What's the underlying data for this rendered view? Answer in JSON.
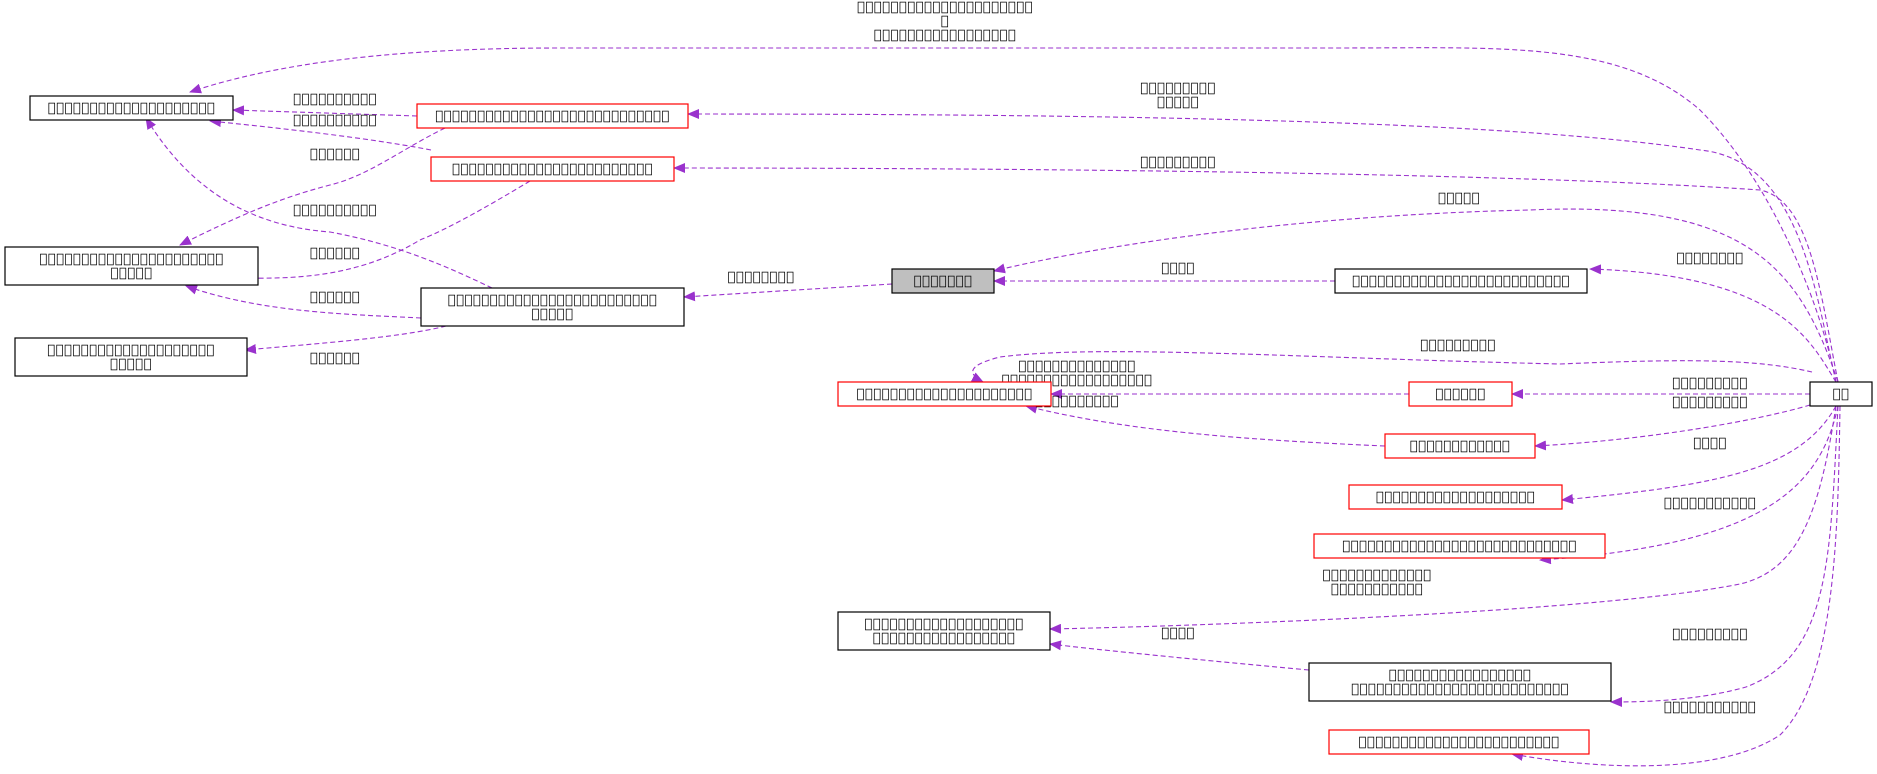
{
  "colors": {
    "edge": "#9a32cd",
    "node_border_default": "#000000",
    "node_border_incomplete": "#ff0000",
    "focus_fill": "#bfbfbf"
  },
  "nodes": [
    {
      "id": "n1",
      "lines": [
        "􀀀􀀀􀀀􀀀􀀀􀀀􀀀􀀀􀀀􀀀􀀀􀀀􀀀􀀀􀀀􀀀􀀀􀀀􀀀􀀀"
      ],
      "border": "black"
    },
    {
      "id": "n2",
      "lines": [
        "􀀀􀀀􀀀􀀀􀀀􀀀􀀀􀀀􀀀􀀀􀀀􀀀􀀀􀀀􀀀􀀀􀀀􀀀􀀀􀀀􀀀􀀀􀀀􀀀􀀀􀀀􀀀􀀀"
      ],
      "border": "red"
    },
    {
      "id": "n3",
      "lines": [
        "􀀀􀀀􀀀􀀀􀀀􀀀􀀀􀀀􀀀􀀀􀀀􀀀􀀀􀀀􀀀􀀀􀀀􀀀􀀀􀀀􀀀􀀀􀀀􀀀"
      ],
      "border": "red"
    },
    {
      "id": "n4",
      "lines": [
        "􀀀􀀀􀀀􀀀􀀀􀀀􀀀􀀀􀀀􀀀􀀀􀀀􀀀􀀀􀀀􀀀􀀀􀀀􀀀􀀀􀀀􀀀",
        "􀀀􀀀􀀀􀀀􀀀"
      ],
      "border": "black"
    },
    {
      "id": "n5",
      "lines": [
        "􀀀􀀀􀀀􀀀􀀀􀀀􀀀􀀀􀀀􀀀􀀀􀀀􀀀􀀀􀀀􀀀􀀀􀀀􀀀􀀀",
        "􀀀􀀀􀀀􀀀􀀀"
      ],
      "border": "black"
    },
    {
      "id": "n6",
      "lines": [
        "􀀀􀀀􀀀􀀀􀀀􀀀􀀀􀀀􀀀􀀀􀀀􀀀􀀀􀀀􀀀􀀀􀀀􀀀􀀀􀀀􀀀􀀀􀀀􀀀􀀀",
        "􀀀􀀀􀀀􀀀􀀀"
      ],
      "border": "black"
    },
    {
      "id": "n7",
      "lines": [
        "􀀀􀀀􀀀􀀀􀀀􀀀􀀀"
      ],
      "border": "black",
      "focus": true
    },
    {
      "id": "n8",
      "lines": [
        "􀀀􀀀􀀀􀀀􀀀􀀀􀀀􀀀􀀀􀀀􀀀􀀀􀀀􀀀􀀀􀀀􀀀􀀀􀀀􀀀􀀀􀀀􀀀􀀀􀀀􀀀"
      ],
      "border": "black"
    },
    {
      "id": "n9",
      "lines": [
        "􀀀􀀀􀀀􀀀􀀀􀀀􀀀􀀀􀀀􀀀􀀀􀀀􀀀􀀀􀀀􀀀􀀀􀀀􀀀􀀀􀀀"
      ],
      "border": "red"
    },
    {
      "id": "n10",
      "lines": [
        "􀀀􀀀􀀀􀀀􀀀􀀀"
      ],
      "border": "red"
    },
    {
      "id": "n11",
      "lines": [
        "􀀀􀀀􀀀􀀀􀀀􀀀􀀀􀀀􀀀􀀀􀀀􀀀"
      ],
      "border": "red"
    },
    {
      "id": "n12",
      "lines": [
        "􀀀􀀀"
      ],
      "border": "black"
    },
    {
      "id": "n13",
      "lines": [
        "􀀀􀀀􀀀􀀀􀀀􀀀􀀀􀀀􀀀􀀀􀀀􀀀􀀀􀀀􀀀􀀀􀀀􀀀􀀀"
      ],
      "border": "red"
    },
    {
      "id": "n14",
      "lines": [
        "􀀀􀀀􀀀􀀀􀀀􀀀􀀀􀀀􀀀􀀀􀀀􀀀􀀀􀀀􀀀􀀀􀀀􀀀􀀀􀀀􀀀􀀀􀀀􀀀􀀀􀀀􀀀􀀀"
      ],
      "border": "red"
    },
    {
      "id": "n15",
      "lines": [
        "􀀀􀀀􀀀􀀀􀀀􀀀􀀀􀀀􀀀􀀀􀀀􀀀􀀀􀀀􀀀􀀀􀀀􀀀􀀀",
        "􀀀􀀀􀀀􀀀􀀀􀀀􀀀􀀀􀀀􀀀􀀀􀀀􀀀􀀀􀀀􀀀􀀀"
      ],
      "border": "black"
    },
    {
      "id": "n16",
      "lines": [
        "􀀀􀀀􀀀􀀀􀀀􀀀􀀀􀀀􀀀􀀀􀀀􀀀􀀀􀀀􀀀􀀀􀀀",
        "􀀀􀀀􀀀􀀀􀀀􀀀􀀀􀀀􀀀􀀀􀀀􀀀􀀀􀀀􀀀􀀀􀀀􀀀􀀀􀀀􀀀􀀀􀀀􀀀􀀀􀀀"
      ],
      "border": "black"
    },
    {
      "id": "n17",
      "lines": [
        "􀀀􀀀􀀀􀀀􀀀􀀀􀀀􀀀􀀀􀀀􀀀􀀀􀀀􀀀􀀀􀀀􀀀􀀀􀀀􀀀􀀀􀀀􀀀􀀀"
      ],
      "border": "red"
    }
  ],
  "edges": [
    {
      "id": "e1",
      "from": "n12",
      "to": "n1",
      "label": [
        "􀀀􀀀􀀀􀀀􀀀􀀀􀀀􀀀􀀀􀀀􀀀􀀀􀀀􀀀􀀀􀀀􀀀􀀀􀀀􀀀􀀀",
        "􀀀",
        "􀀀􀀀􀀀􀀀􀀀􀀀􀀀􀀀􀀀􀀀􀀀􀀀􀀀􀀀􀀀􀀀􀀀"
      ]
    },
    {
      "id": "e2",
      "from": "n2",
      "to": "n1",
      "label": [
        "􀀀􀀀􀀀􀀀􀀀􀀀􀀀􀀀􀀀􀀀"
      ]
    },
    {
      "id": "e3",
      "from": "n3",
      "to": "n1",
      "label": [
        "􀀀􀀀􀀀􀀀􀀀􀀀􀀀􀀀􀀀􀀀"
      ]
    },
    {
      "id": "e4",
      "from": "n12",
      "to": "n2",
      "label": [
        "􀀀􀀀􀀀􀀀􀀀􀀀􀀀􀀀􀀀",
        "􀀀􀀀􀀀􀀀􀀀"
      ]
    },
    {
      "id": "e5",
      "from": "n2",
      "to": "n4",
      "label": [
        "􀀀􀀀􀀀􀀀􀀀􀀀"
      ]
    },
    {
      "id": "e6",
      "from": "n12",
      "to": "n3",
      "label": [
        "􀀀􀀀􀀀􀀀􀀀􀀀􀀀􀀀􀀀"
      ]
    },
    {
      "id": "e7",
      "from": "n3",
      "to": "n4",
      "label": [
        "􀀀􀀀􀀀􀀀􀀀􀀀"
      ]
    },
    {
      "id": "e8",
      "from": "n6",
      "to": "n1",
      "label": [
        "􀀀􀀀􀀀􀀀􀀀􀀀􀀀􀀀􀀀􀀀"
      ]
    },
    {
      "id": "e9",
      "from": "n6",
      "to": "n4",
      "label": [
        "􀀀􀀀􀀀􀀀􀀀􀀀"
      ]
    },
    {
      "id": "e10",
      "from": "n6",
      "to": "n5",
      "label": [
        "􀀀􀀀􀀀􀀀􀀀􀀀"
      ]
    },
    {
      "id": "e11",
      "from": "n7",
      "to": "n6",
      "label": [
        "􀀀􀀀􀀀􀀀􀀀􀀀􀀀􀀀"
      ]
    },
    {
      "id": "e12",
      "from": "n12",
      "to": "n7",
      "label": [
        "􀀀􀀀􀀀􀀀􀀀"
      ]
    },
    {
      "id": "e13",
      "from": "n8",
      "to": "n7",
      "label": [
        "􀀀􀀀􀀀􀀀"
      ]
    },
    {
      "id": "e14",
      "from": "n12",
      "to": "n8",
      "label": [
        "􀀀􀀀􀀀􀀀􀀀􀀀􀀀􀀀"
      ]
    },
    {
      "id": "e15",
      "from": "n12",
      "to": "n9",
      "label": [
        "􀀀􀀀􀀀􀀀􀀀􀀀􀀀􀀀􀀀"
      ]
    },
    {
      "id": "e16",
      "from": "n10",
      "to": "n9",
      "label": [
        "􀀀􀀀􀀀􀀀􀀀􀀀􀀀􀀀􀀀􀀀􀀀􀀀􀀀􀀀",
        "􀀀􀀀􀀀􀀀􀀀􀀀􀀀􀀀􀀀􀀀􀀀􀀀􀀀􀀀􀀀􀀀􀀀􀀀"
      ]
    },
    {
      "id": "e17",
      "from": "n11",
      "to": "n9",
      "label": [
        "􀀀􀀀􀀀􀀀􀀀􀀀􀀀􀀀􀀀􀀀"
      ]
    },
    {
      "id": "e18",
      "from": "n12",
      "to": "n10",
      "label": [
        "􀀀􀀀􀀀􀀀􀀀􀀀􀀀􀀀􀀀"
      ]
    },
    {
      "id": "e19",
      "from": "n12",
      "to": "n11",
      "label": [
        "􀀀􀀀􀀀􀀀􀀀􀀀􀀀􀀀􀀀"
      ]
    },
    {
      "id": "e20",
      "from": "n12",
      "to": "n13",
      "label": [
        "􀀀􀀀􀀀􀀀"
      ]
    },
    {
      "id": "e21",
      "from": "n12",
      "to": "n14",
      "label": [
        "􀀀􀀀􀀀􀀀􀀀􀀀􀀀􀀀􀀀􀀀􀀀"
      ]
    },
    {
      "id": "e22",
      "from": "n12",
      "to": "n15",
      "label": [
        "􀀀􀀀􀀀􀀀􀀀􀀀􀀀􀀀􀀀􀀀􀀀􀀀􀀀",
        "􀀀􀀀􀀀􀀀􀀀􀀀􀀀􀀀􀀀􀀀􀀀"
      ]
    },
    {
      "id": "e23",
      "from": "n16",
      "to": "n15",
      "label": [
        "􀀀􀀀􀀀􀀀"
      ]
    },
    {
      "id": "e24",
      "from": "n12",
      "to": "n16",
      "label": [
        "􀀀􀀀􀀀􀀀􀀀􀀀􀀀􀀀􀀀"
      ]
    },
    {
      "id": "e25",
      "from": "n12",
      "to": "n17",
      "label": [
        "􀀀􀀀􀀀􀀀􀀀􀀀􀀀􀀀􀀀􀀀􀀀"
      ]
    }
  ]
}
